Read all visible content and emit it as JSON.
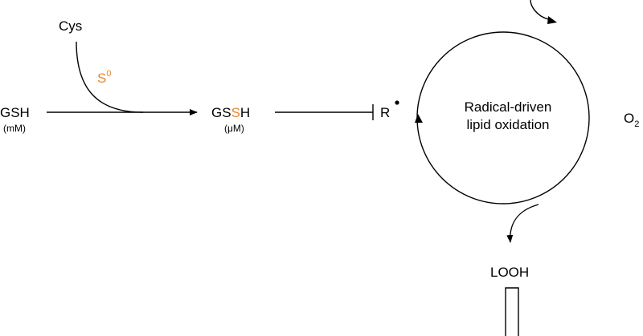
{
  "labels": {
    "cys": "Cys",
    "s0_base": "S",
    "s0_sup": "0",
    "gsh": "GSH",
    "gsh_conc": "(mM)",
    "gssh_left": "GS",
    "gssh_mid": "S",
    "gssh_right": "H",
    "gssh_conc": "(μM)",
    "radical": "R",
    "cycle_line1": "Radical-driven",
    "cycle_line2": "lipid oxidation",
    "o2_base": "O",
    "o2_sub": "2",
    "looh": "LOOH"
  },
  "colors": {
    "accent": "#e9852b",
    "ink": "#000000",
    "background": "#ffffff"
  }
}
